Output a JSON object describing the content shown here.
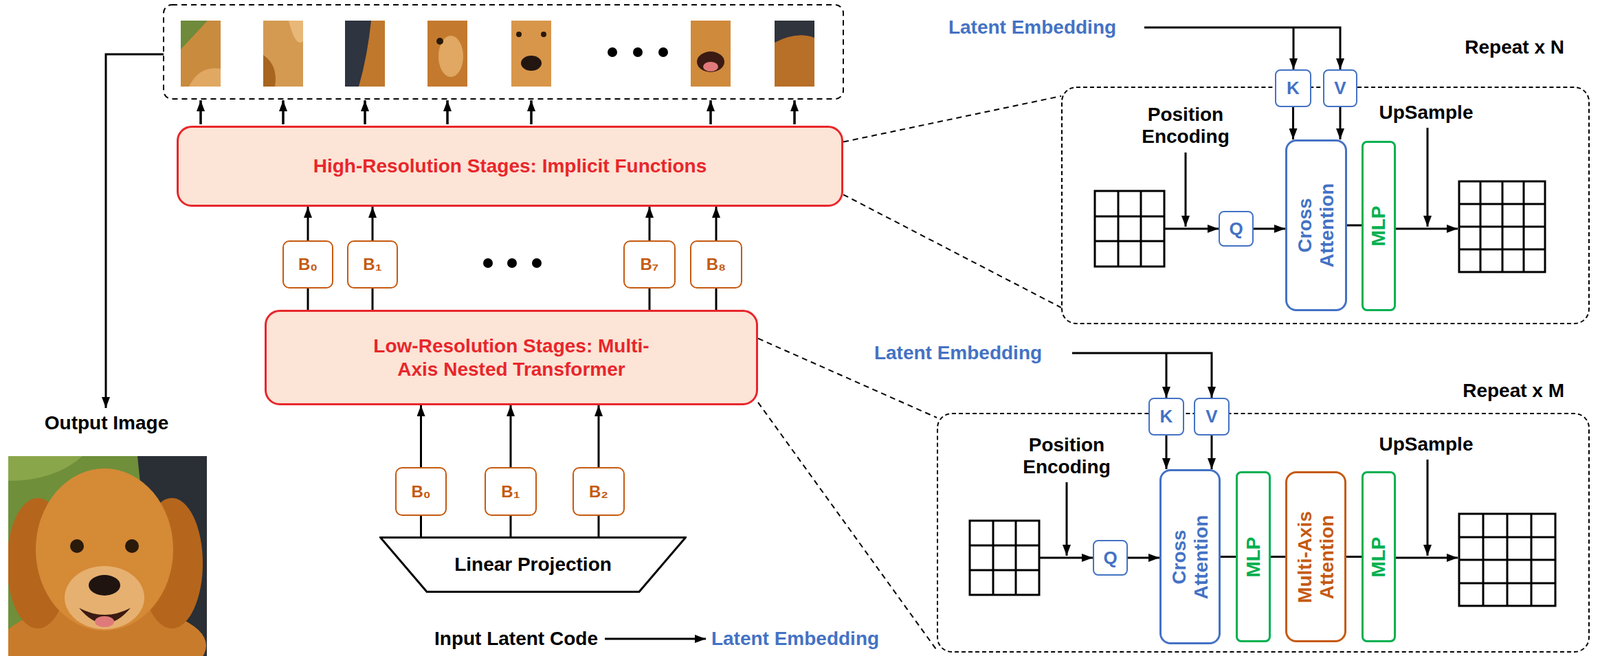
{
  "diagram": {
    "nodes": [
      {
        "text": [
          "High-Resolution Stages: Implicit Functions"
        ]
      },
      {
        "text": [
          "B₀"
        ]
      },
      {
        "text": [
          "B₁"
        ]
      },
      {
        "text": [
          "B₇"
        ]
      },
      {
        "text": [
          "B₈"
        ]
      },
      {
        "text": [
          "Low-Resolution Stages: Multi-Axis Nested Transformer"
        ]
      },
      {
        "text": [
          "B₀"
        ]
      },
      {
        "text": [
          "B₁"
        ]
      },
      {
        "text": [
          "B₂"
        ]
      },
      {
        "text": [
          "Linear Projection"
        ]
      },
      {
        "text": [
          "Repeat x N"
        ]
      },
      {
        "text": [
          "K"
        ]
      },
      {
        "text": [
          "V"
        ]
      },
      {
        "text": [
          "Q"
        ],
        "in": 10
      },
      {
        "text": [
          "Cross Attention"
        ],
        "in": 10
      },
      {
        "text": [
          "MLP"
        ],
        "in": 10
      },
      {
        "text": [
          "Repeat x M"
        ]
      },
      {
        "text": [
          "K"
        ]
      },
      {
        "text": [
          "V"
        ]
      },
      {
        "text": [
          "Q"
        ],
        "in": 16
      },
      {
        "text": [
          "Cross Attention"
        ],
        "in": 16
      },
      {
        "text": [
          "MLP"
        ],
        "in": 16
      },
      {
        "text": [
          "Multi-Axis Attention"
        ],
        "in": 16
      },
      {
        "text": [
          "MLP"
        ],
        "in": 16
      }
    ],
    "edges": [
      {
        "from": 9,
        "to": 6,
        "arrow": "none"
      },
      {
        "from": 9,
        "to": 7,
        "arrow": "none"
      },
      {
        "from": 9,
        "to": 8,
        "arrow": "none"
      },
      {
        "from": 6,
        "to": 5,
        "arrow": "to"
      },
      {
        "from": 7,
        "to": 5,
        "arrow": "to"
      },
      {
        "from": 8,
        "to": 5,
        "arrow": "to"
      },
      {
        "from": 5,
        "to": 1,
        "arrow": "none"
      },
      {
        "from": 5,
        "to": 2,
        "arrow": "none"
      },
      {
        "from": 5,
        "to": 3,
        "arrow": "none"
      },
      {
        "from": 5,
        "to": 4,
        "arrow": "none"
      },
      {
        "from": 1,
        "to": 0,
        "arrow": "to"
      },
      {
        "from": 2,
        "to": 0,
        "arrow": "to"
      },
      {
        "from": 3,
        "to": 0,
        "arrow": "to"
      },
      {
        "from": 4,
        "to": 0,
        "arrow": "to"
      },
      {
        "from": 0,
        "to": 10,
        "arrow": "none"
      },
      {
        "from": 0,
        "to": 10,
        "arrow": "none"
      },
      {
        "from": 5,
        "to": 16,
        "arrow": "none"
      },
      {
        "from": 5,
        "to": 16,
        "arrow": "none"
      },
      {
        "from": 11,
        "to": 14,
        "arrow": "to"
      },
      {
        "from": 12,
        "to": 14,
        "arrow": "to"
      },
      {
        "from": 13,
        "to": 14,
        "arrow": "to"
      },
      {
        "from": 14,
        "to": 15,
        "arrow": "none"
      },
      {
        "from": 17,
        "to": 20,
        "arrow": "to"
      },
      {
        "from": 18,
        "to": 20,
        "arrow": "to"
      },
      {
        "from": 19,
        "to": 20,
        "arrow": "to"
      },
      {
        "from": 20,
        "to": 21,
        "arrow": "none"
      },
      {
        "from": 21,
        "to": 22,
        "arrow": "none"
      },
      {
        "from": 22,
        "to": 23,
        "arrow": "none"
      }
    ],
    "labels": [
      "Latent Embedding",
      "UpSample",
      "Position Encoding",
      "Latent Embedding",
      "UpSample",
      "Position Encoding",
      "Output Image",
      "Input Latent Code",
      "Latent Embedding"
    ]
  }
}
